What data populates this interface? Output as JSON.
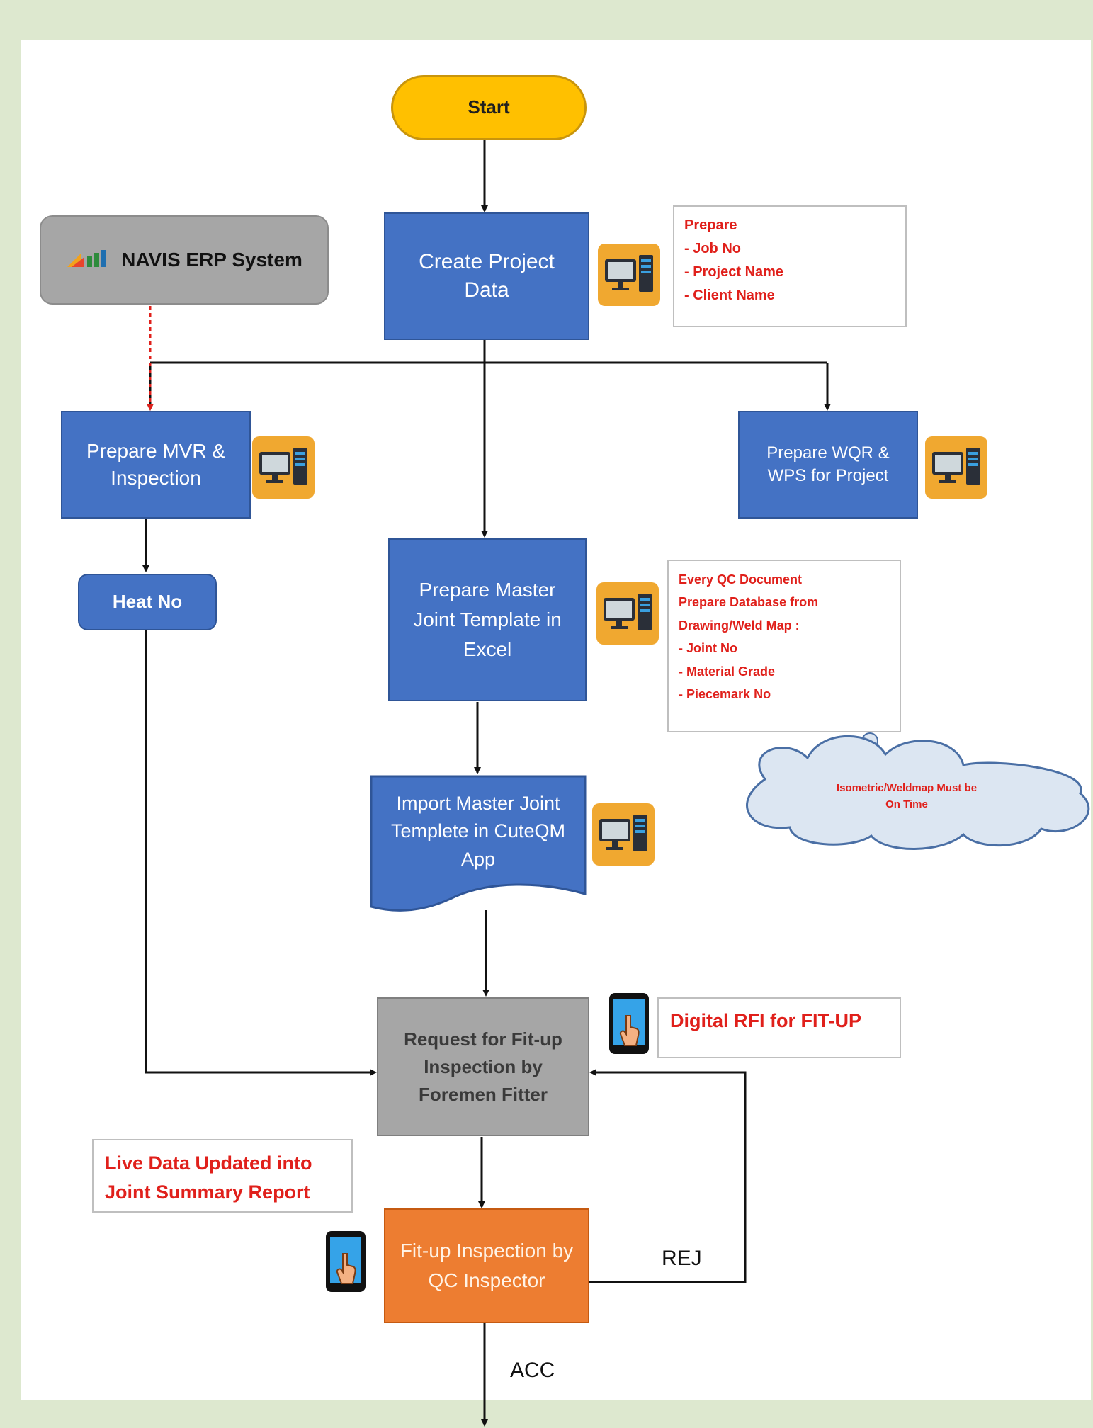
{
  "diagram": {
    "nodes": {
      "start": "Start",
      "create_project": "Create Project Data",
      "navis_erp": "NAVIS ERP System",
      "prepare_mvr": "Prepare MVR & Inspection",
      "prepare_wqr": "Prepare WQR & WPS for Project",
      "heat_no": "Heat No",
      "master_joint": "Prepare Master Joint Template in Excel",
      "import_template": "Import Master Joint Templete in CuteQM App",
      "request_fitup": "Request for Fit-up Inspection by Foremen Fitter",
      "fitup_inspection": "Fit-up Inspection by QC Inspector"
    },
    "notes": {
      "project_data": [
        "Prepare",
        "- Job No",
        "- Project Name",
        "- Client Name"
      ],
      "qc_document": [
        "Every QC Document",
        "Prepare Database from",
        "Drawing/Weld Map :",
        "- Joint No",
        "- Material Grade",
        "- Piecemark No"
      ],
      "cloud": [
        "Isometric/Weldmap Must be",
        "On Time"
      ],
      "digital_rfi": "Digital RFI for FIT-UP",
      "live_data": [
        "Live Data Updated into",
        "Joint Summary Report"
      ]
    },
    "edge_labels": {
      "rej": "REJ",
      "acc": "ACC"
    },
    "icons": {
      "computer": "computer-icon",
      "tablet_touch": "tablet-touch-icon",
      "erp_logo": "navis-logo-icon"
    },
    "colors": {
      "process_blue": "#4472c4",
      "terminator_yellow": "#ffc000",
      "request_gray": "#a6a6a6",
      "inspection_orange": "#ed7d31",
      "note_red": "#e0201b",
      "icon_orange": "#f0a830",
      "background_green": "#dde8cf"
    }
  }
}
